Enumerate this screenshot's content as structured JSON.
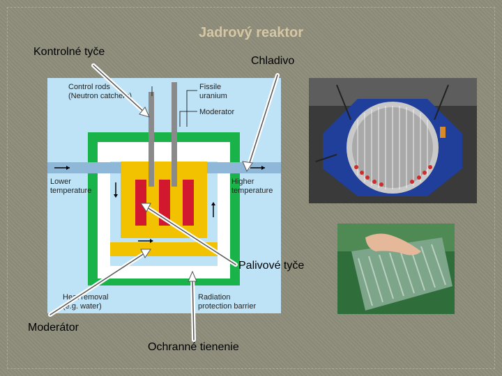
{
  "slide": {
    "title": "Jadrový reaktor"
  },
  "callouts": {
    "control_rods": "Kontrolné tyče",
    "coolant": "Chladivo",
    "fuel_rods": "Palivové tyče",
    "moderator": "Moderátor",
    "shielding": "Ochranné tienenie"
  },
  "diagram_labels": {
    "control_rods_1": "Control rods",
    "control_rods_2": "(Neutron catchers)",
    "fissile_1": "Fissile",
    "fissile_2": "uranium",
    "moderator": "Moderator",
    "lower_1": "Lower",
    "lower_2": "temperature",
    "higher_1": "Higher",
    "higher_2": "temperature",
    "heat_1": "Heat removal",
    "heat_2": "(e.g. water)",
    "radiation_1": "Radiation",
    "radiation_2": "protection barrier"
  },
  "colors": {
    "shield": "#19b34a",
    "vessel": "#f2c200",
    "fuel": "#d1182f",
    "coolant": "#bfe3f6",
    "rods": "#8a8a8a"
  }
}
